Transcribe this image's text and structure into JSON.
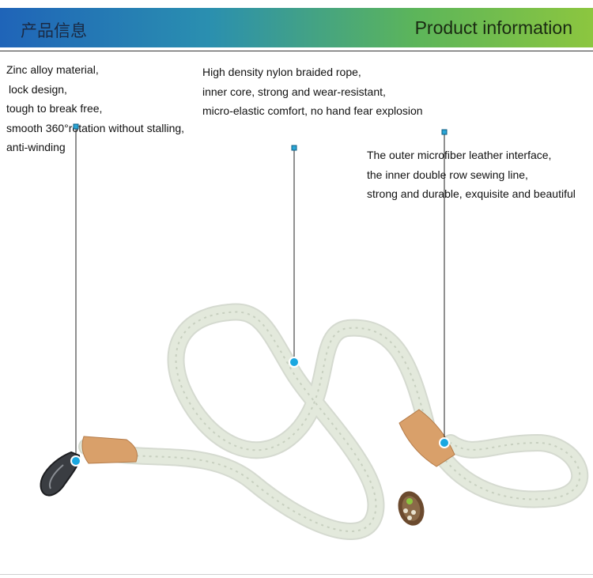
{
  "header": {
    "title_cn": "产品信息",
    "title_en": "Product information"
  },
  "callouts": {
    "zinc": {
      "lines": [
        "Zinc alloy material,",
        "lock design,",
        "tough to break free,",
        "smooth 360°rotation without stalling,",
        "anti-winding"
      ]
    },
    "nylon": {
      "lines": [
        "High density nylon braided rope,",
        "inner core, strong and wear-resistant,",
        "micro-elastic comfort, no hand fear explosion"
      ]
    },
    "leather": {
      "lines": [
        "The outer microfiber leather interface,",
        "the inner double row sewing line,",
        "strong and durable, exquisite and beautiful"
      ]
    }
  },
  "colors": {
    "header_start": "#1f64b8",
    "header_end": "#8cc63f",
    "rope": "#dfe6d8",
    "leather": "#d9a06a",
    "marker": "#1aa7e0"
  },
  "icons": {
    "marker": "blue-dot-marker",
    "clasp": "carabiner-clasp-icon",
    "tag": "paw-tag-icon"
  }
}
